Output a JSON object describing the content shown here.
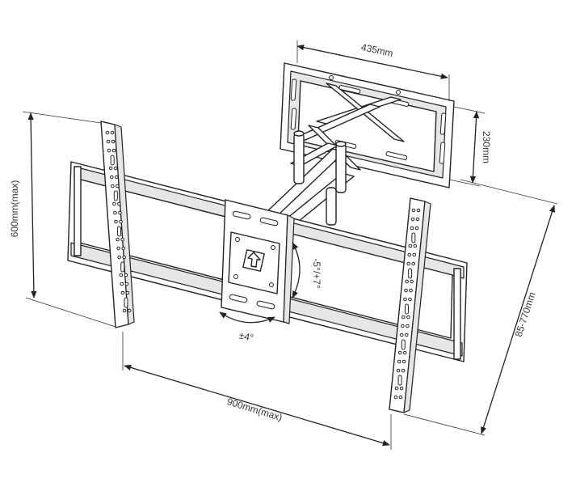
{
  "dimensions": {
    "plate_width": "435mm",
    "plate_height": "230mm",
    "rail_height": "600mm(max)",
    "rail_width": "900mm(max)",
    "extension": "85-770mm",
    "tilt": "-5°/+7°",
    "rotation": "±4°"
  },
  "colors": {
    "line": "#222222",
    "shade": "#e6e6e6",
    "dark": "#9a9a9a",
    "background": "#ffffff"
  }
}
